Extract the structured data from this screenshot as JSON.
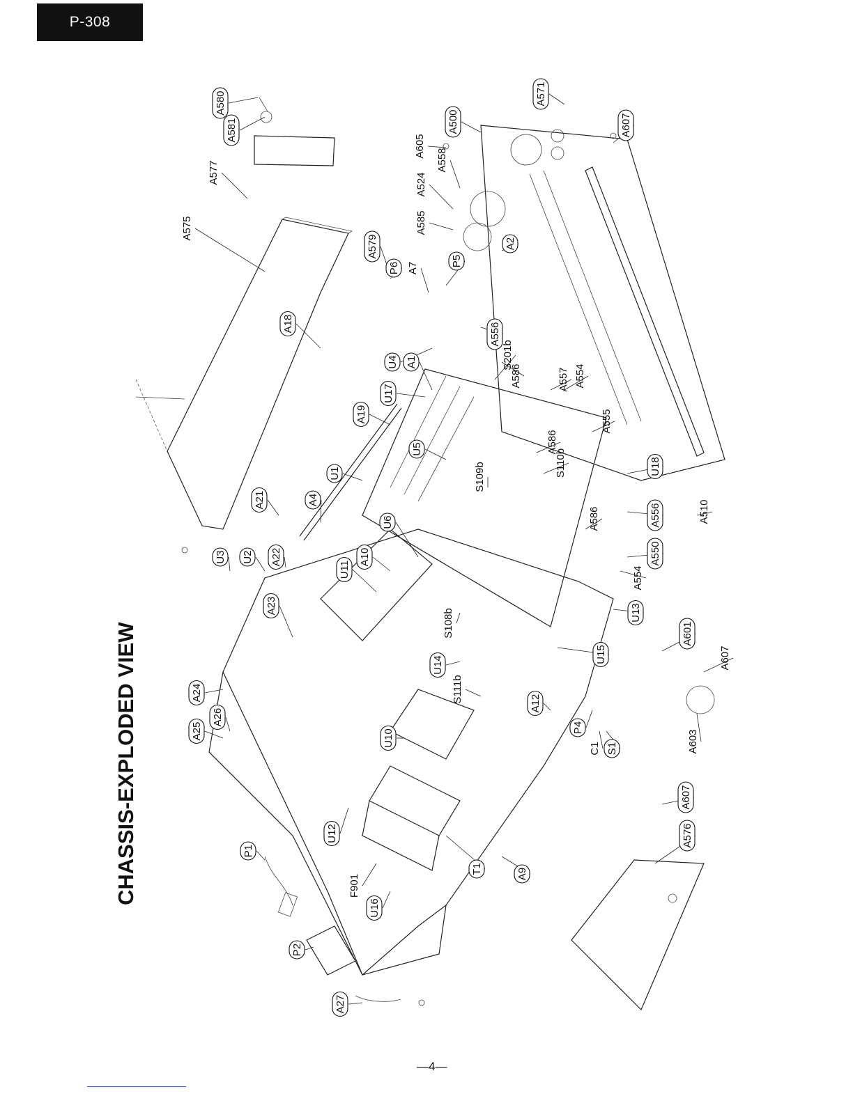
{
  "header": {
    "model": "P-308"
  },
  "title": "CHASSIS-EXPLODED VIEW",
  "page_number": "—4—",
  "labels": [
    "A580",
    "A581",
    "A577",
    "A575",
    "A605",
    "A500",
    "A571",
    "A607",
    "A524",
    "A558",
    "A585",
    "A579",
    "P6",
    "A7",
    "P5",
    "A2",
    "A18",
    "U4",
    "A556",
    "A1",
    "A586",
    "S201b",
    "U17",
    "A557",
    "A554",
    "A19",
    "A555",
    "U1",
    "A586",
    "S110b",
    "U5",
    "U18",
    "A21",
    "A4",
    "S109b",
    "A556",
    "A510",
    "U3",
    "U2",
    "A22",
    "U6",
    "A10",
    "A550",
    "A586",
    "U11",
    "A554",
    "S108b",
    "A23",
    "U13",
    "U14",
    "S111b",
    "U15",
    "A601",
    "A24",
    "A607",
    "A12",
    "A25",
    "A26",
    "P4",
    "C1",
    "S1",
    "A603",
    "U10",
    "A607",
    "U12",
    "P1",
    "T1",
    "A576",
    "F901",
    "A9",
    "U16",
    "P2",
    "A27"
  ]
}
